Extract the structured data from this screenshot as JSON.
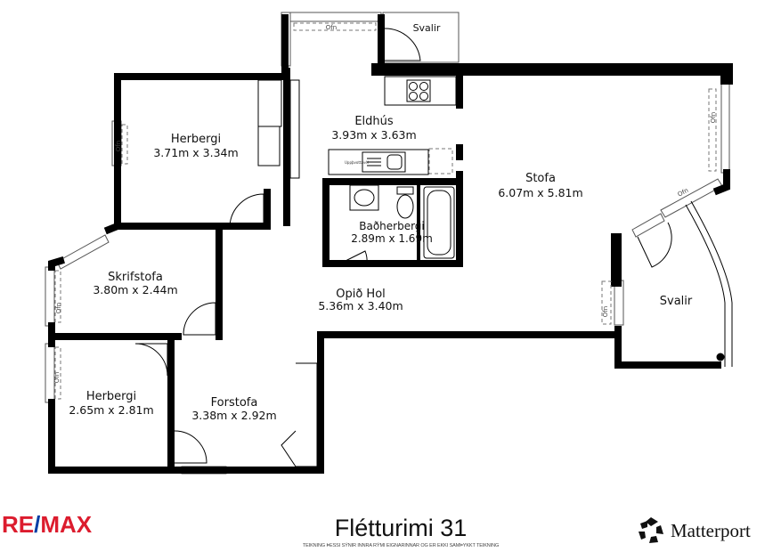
{
  "plan": {
    "rooms": [
      {
        "name": "Herbergi",
        "size": "3.71m x 3.34m"
      },
      {
        "name": "Eldhús",
        "size": "3.93m x 3.63m"
      },
      {
        "name": "Stofa",
        "size": "6.07m x 5.81m"
      },
      {
        "name": "Baðherbergi",
        "size": "2.89m x 1.69m"
      },
      {
        "name": "Skrifstofa",
        "size": "3.80m x 2.44m"
      },
      {
        "name": "Opið Hol",
        "size": "5.36m x 3.40m"
      },
      {
        "name": "Svalir",
        "size": ""
      },
      {
        "name": "Herbergi",
        "size": "2.65m x 2.81m"
      },
      {
        "name": "Forstofa",
        "size": "3.38m x 2.92m"
      },
      {
        "name": "Svalir",
        "size": ""
      }
    ],
    "radiator_label": "Ofn",
    "appliance_label": "Uppþvottavél"
  },
  "footer": {
    "title": "Flétturimi 31",
    "disclaimer": "TEIKNING ÞESSI SÝNIR INNRA RÝMI EIGNARINNAR OG ER EKKI SAMÞYKKT TEIKNING",
    "left_logo": "RE/MAX",
    "right_logo": "Matterport",
    "colors": {
      "remax_red": "#dc1c2e",
      "remax_blue": "#003da5"
    }
  }
}
